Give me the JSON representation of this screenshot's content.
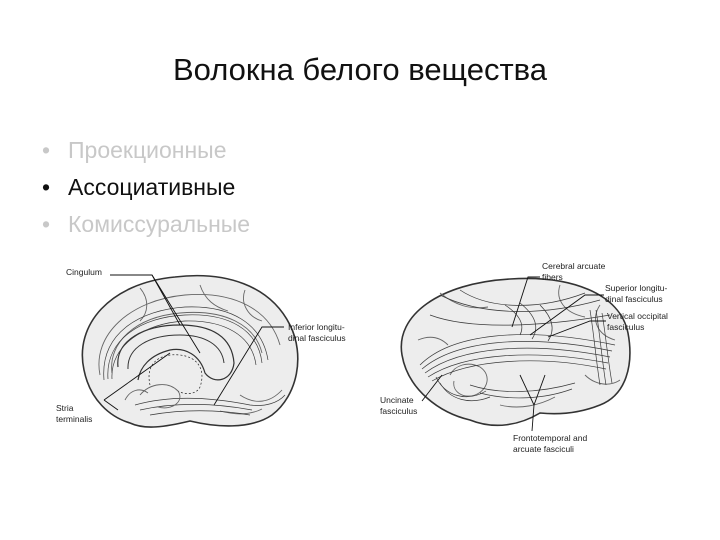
{
  "slide": {
    "title": "Волокна белого вещества",
    "bullets": [
      {
        "text": "Проекционные",
        "highlighted": false
      },
      {
        "text": "Ассоциативные",
        "highlighted": true
      },
      {
        "text": "Комиссуральные",
        "highlighted": false
      }
    ],
    "bullet_marker": "•",
    "colors": {
      "active_text": "#111111",
      "inactive_text": "#c8c8c8",
      "background": "#ffffff"
    }
  },
  "figure": {
    "medial_view_labels": {
      "cingulum": "Cingulum",
      "inferior_1": "Inferior longitu-",
      "inferior_2": "dinal fasciculus",
      "stria_1": "Stria",
      "stria_2": "terminalis"
    },
    "lateral_view_labels": {
      "cerebral_1": "Cerebral arcuate",
      "cerebral_2": "fibers",
      "superior_1": "Superior longitu-",
      "superior_2": "dinal fasciculus",
      "vertical_1": "Vertical occipital",
      "vertical_2": "fasciculus",
      "uncinate_1": "Uncinate",
      "uncinate_2": "fasciculus",
      "fronto_1": "Frontotemporal and",
      "fronto_2": "arcuate fasciculi"
    }
  }
}
